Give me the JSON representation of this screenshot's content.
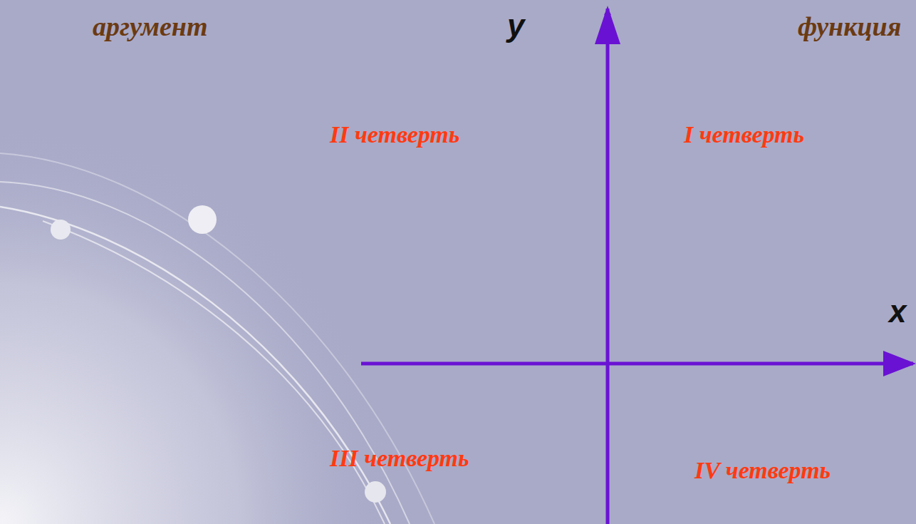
{
  "diagram": {
    "labels": [
      "аргумент",
      "y",
      "функция",
      "II четверть",
      "I четверть",
      "x",
      "III четверть",
      "IV четверть"
    ]
  }
}
